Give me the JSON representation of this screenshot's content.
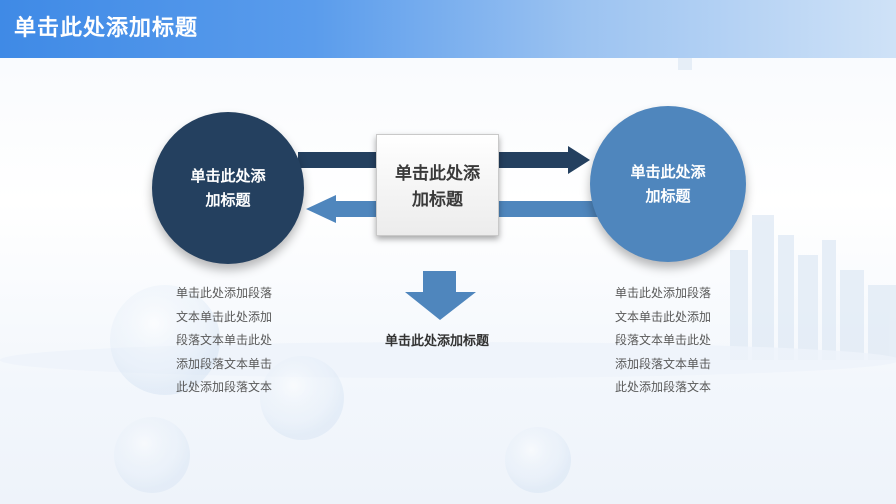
{
  "header": {
    "title": "单击此处添加标题",
    "colors": {
      "start": "#3f8ae6",
      "end": "#cfe2f7"
    }
  },
  "left_circle": {
    "text": "单击此处添\n加标题",
    "color": "#24405f"
  },
  "right_circle": {
    "text": "单击此处添\n加标题",
    "color": "#4f86bd"
  },
  "center_box": {
    "text": "单击此处添\n加标题"
  },
  "sub_title": "单击此处添加标题",
  "left_paragraph": "单击此处添加段落\n文本单击此处添加\n段落文本单击此处\n添加段落文本单击\n此处添加段落文本",
  "right_paragraph": "单击此处添加段落\n文本单击此处添加\n段落文本单击此处\n添加段落文本单击\n此处添加段落文本",
  "icons": [
    "arrow-right-icon",
    "arrow-left-icon",
    "arrow-down-icon"
  ]
}
